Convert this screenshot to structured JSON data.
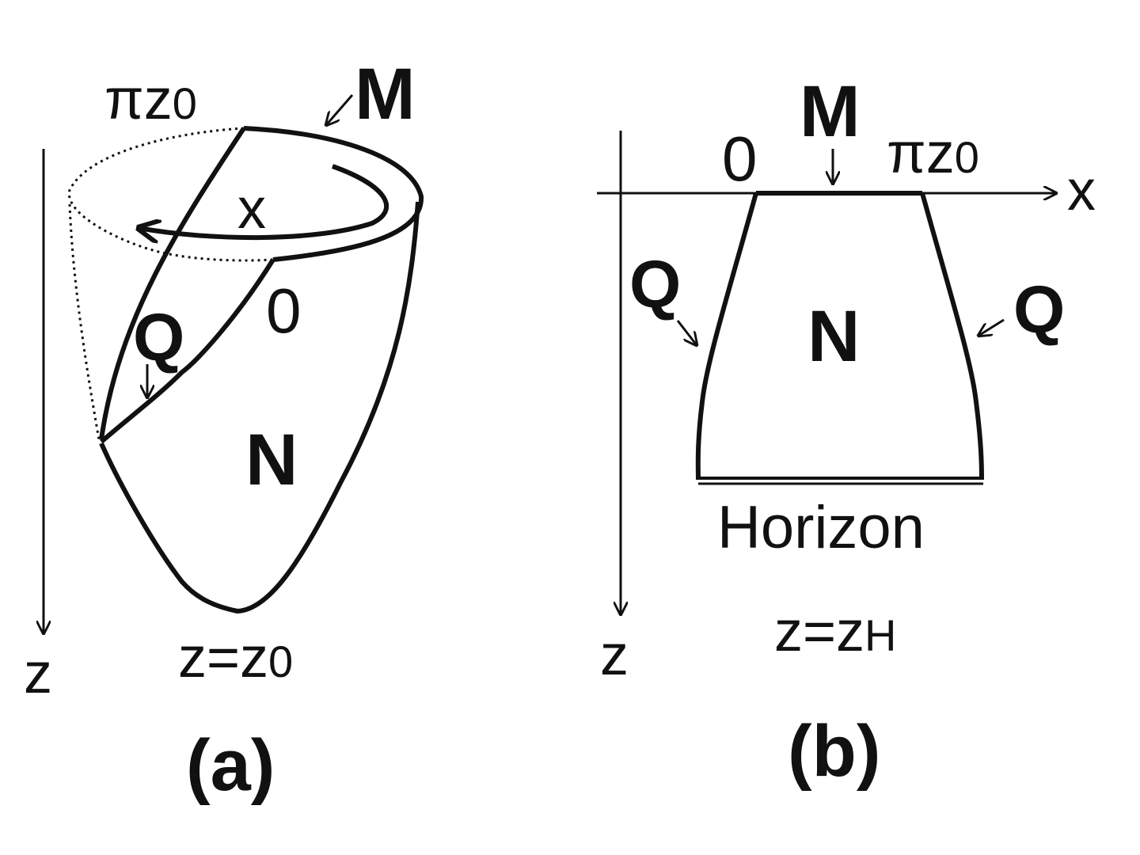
{
  "panel_a": {
    "label": "(a)",
    "boundary_M": "M",
    "boundary_Q": "Q",
    "region_N": "N",
    "coord_x": "x",
    "coord_z": "z",
    "tick_zero": "0",
    "tick_pi": "π",
    "tick_pi_sub": "z",
    "tick_pi_sub0": "0",
    "bottom_lhs": "z=z",
    "bottom_sub": "0"
  },
  "panel_b": {
    "label": "(b)",
    "boundary_M": "M",
    "boundary_Q_left": "Q",
    "boundary_Q_right": "Q",
    "region_N": "N",
    "axis_x": "x",
    "axis_z": "z",
    "tick_zero": "0",
    "tick_pi": "π",
    "tick_pi_sub": "z",
    "tick_pi_sub0": "0",
    "horizon": "Horizon",
    "horizon_lhs": "z=z",
    "horizon_sub": "H"
  },
  "colors": {
    "ink": "#111111",
    "background": "#ffffff"
  }
}
